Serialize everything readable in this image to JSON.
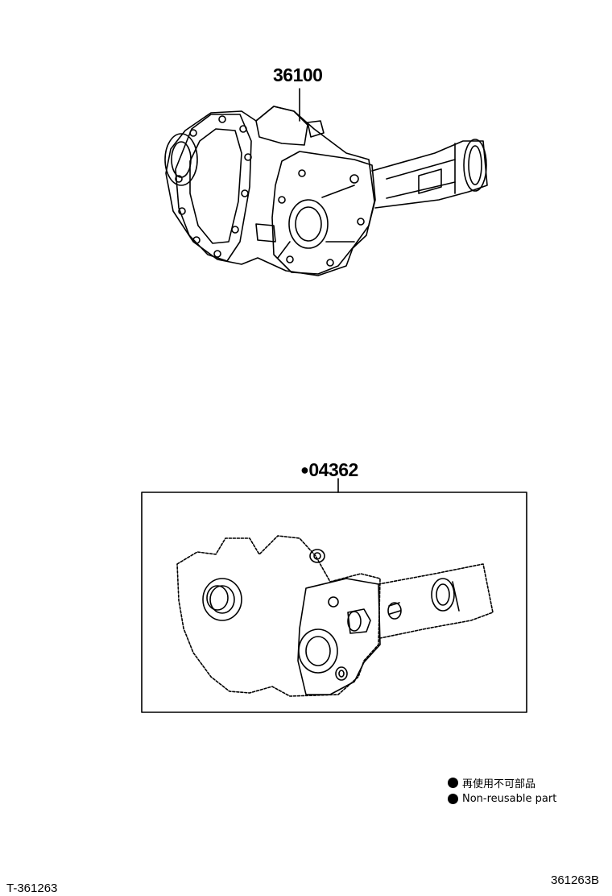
{
  "diagram": {
    "assembly_part_number": "36100",
    "kit_part_number": "04362",
    "kit_marker": "●",
    "legend": [
      {
        "symbol": "●",
        "text": "再使用不可部品"
      },
      {
        "symbol": "●",
        "text": "Non-reusable part"
      }
    ],
    "illustration_code_left": "T-361263",
    "illustration_code_right": "361263B"
  }
}
